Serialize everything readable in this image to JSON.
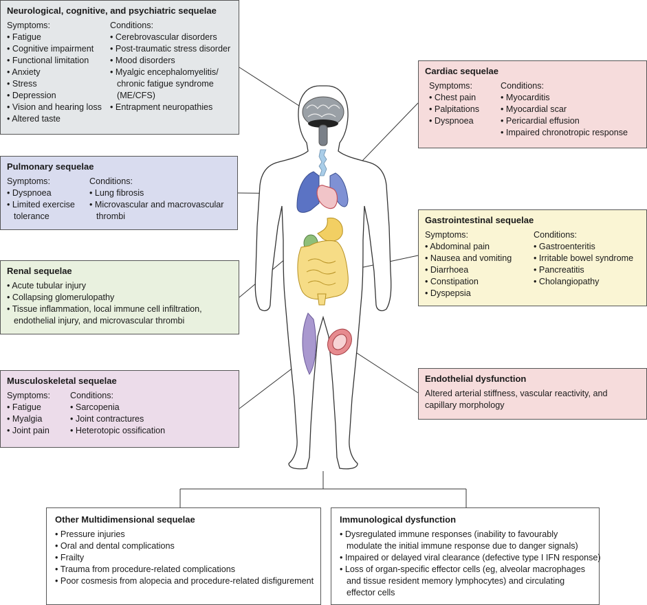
{
  "neuro": {
    "title": "Neurological, cognitive, and psychiatric sequelae",
    "symptoms_label": "Symptoms:",
    "symptoms": [
      "Fatigue",
      "Cognitive impairment",
      "Functional limitation",
      "Anxiety",
      "Stress",
      "Depression",
      "Vision and hearing loss",
      "Altered taste"
    ],
    "conditions_label": "Conditions:",
    "conditions": [
      "Cerebrovascular disorders",
      "Post-traumatic stress disorder",
      "Mood disorders",
      "Myalgic encephalomyelitis/",
      "chronic fatigue syndrome",
      "(ME/CFS)",
      "Entrapment neuropathies"
    ]
  },
  "pulmonary": {
    "title": "Pulmonary sequelae",
    "symptoms_label": "Symptoms:",
    "symptoms": [
      "Dyspnoea",
      "Limited exercise",
      "tolerance"
    ],
    "conditions_label": "Conditions:",
    "conditions": [
      "Lung fibrosis",
      "Microvascular and macrovascular",
      "thrombi"
    ]
  },
  "renal": {
    "title": "Renal sequelae",
    "items": [
      "Acute tubular injury",
      "Collapsing glomerulopathy",
      "Tissue inflammation, local immune cell infiltration,",
      "endothelial injury, and microvascular thrombi"
    ]
  },
  "musculoskeletal": {
    "title": "Musculoskeletal sequelae",
    "symptoms_label": "Symptoms:",
    "symptoms": [
      "Fatigue",
      "Myalgia",
      "Joint pain"
    ],
    "conditions_label": "Conditions:",
    "conditions": [
      "Sarcopenia",
      "Joint contractures",
      "Heterotopic ossification"
    ]
  },
  "cardiac": {
    "title": "Cardiac sequelae",
    "symptoms_label": "Symptoms:",
    "symptoms": [
      "Chest pain",
      "Palpitations",
      "Dyspnoea"
    ],
    "conditions_label": "Conditions:",
    "conditions": [
      "Myocarditis",
      "Myocardial scar",
      "Pericardial effusion",
      "Impaired chronotropic response"
    ]
  },
  "gastro": {
    "title": "Gastrointestinal sequelae",
    "symptoms_label": "Symptoms:",
    "symptoms": [
      "Abdominal pain",
      "Nausea and vomiting",
      "Diarrhoea",
      "Constipation",
      "Dyspepsia"
    ],
    "conditions_label": "Conditions:",
    "conditions": [
      "Gastroenteritis",
      "Irritable bowel syndrome",
      "Pancreatitis",
      "Cholangiopathy"
    ]
  },
  "endothelial": {
    "title": "Endothelial dysfunction",
    "lines": [
      "Altered arterial stiffness, vascular reactivity, and",
      "capillary morphology"
    ]
  },
  "other": {
    "title": "Other Multidimensional sequelae",
    "items": [
      "Pressure injuries",
      "Oral and dental complications",
      "Frailty",
      "Trauma from procedure-related complications",
      "Poor cosmesis from alopecia and procedure-related disfigurement"
    ]
  },
  "immunological": {
    "title": "Immunological dysfunction",
    "items": [
      "Dysregulated immune responses (inability to favourably",
      "modulate the initial immune response due to danger signals)",
      "Impaired or delayed viral clearance (defective type I IFN response)",
      "Loss of organ-specific effector cells (eg, alveolar macrophages",
      "and tissue resident memory lymphocytes) and circulating",
      "effector cells"
    ]
  },
  "colors": {
    "neuro_bg": "#e4e7e9",
    "pulmonary_bg": "#d9dcef",
    "renal_bg": "#e9f1df",
    "musculoskeletal_bg": "#ecdcea",
    "cardiac_bg": "#f6dcdc",
    "gastro_bg": "#faf5d4",
    "endothelial_bg": "#f6dcdc"
  }
}
